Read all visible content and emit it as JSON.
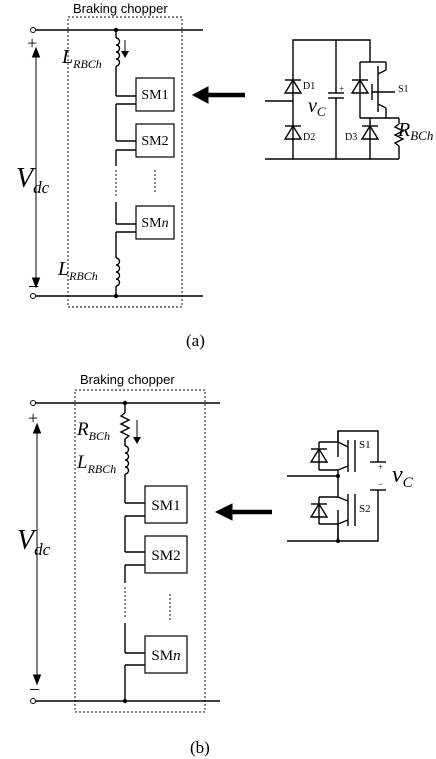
{
  "panel_a": {
    "title": "Braking chopper",
    "plus": "+",
    "minus": "−",
    "vdc_main": "V",
    "vdc_sub": "dc",
    "inductor_top_main": "L",
    "inductor_top_sub": "RBCh",
    "inductor_bottom_main": "L",
    "inductor_bottom_sub": "RBCh",
    "modules": [
      "SM1",
      "SM2"
    ],
    "module_last_prefix": "SM",
    "module_last_index": "n",
    "sub_d1": "D1",
    "sub_d2": "D2",
    "sub_d3": "D3",
    "sub_s1": "S1",
    "vc_main": "v",
    "vc_sub": "C",
    "vc_plus": "+",
    "r_main": "R",
    "r_sub": "BCh",
    "caption": "(a)"
  },
  "panel_b": {
    "title": "Braking chopper",
    "plus": "+",
    "minus": "−",
    "vdc_main": "V",
    "vdc_sub": "dc",
    "r_main": "R",
    "r_sub": "BCh",
    "inductor_main": "L",
    "inductor_sub": "RBCh",
    "modules": [
      "SM1",
      "SM2"
    ],
    "module_last_prefix": "SM",
    "module_last_index": "n",
    "sub_s1": "S1",
    "sub_s2": "S2",
    "vc_main": "v",
    "vc_sub": "C",
    "vc_plus": "+",
    "vc_minus": "−",
    "caption": "(b)"
  }
}
